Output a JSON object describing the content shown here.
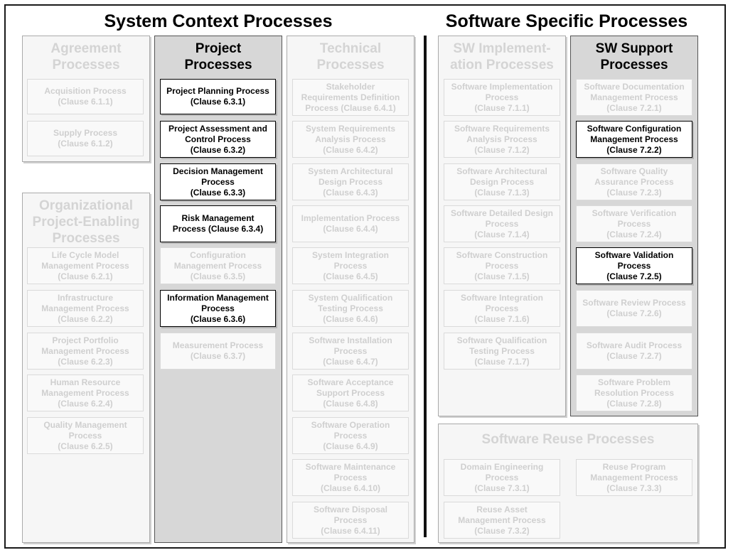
{
  "sections": {
    "system_context": "System Context Processes",
    "software_specific": "Software Specific Processes"
  },
  "columns": {
    "agreement": {
      "title": "Agreement\nProcesses",
      "items": [
        "Acquisition Process\n(Clause 6.1.1)",
        "Supply Process\n(Clause 6.1.2)"
      ]
    },
    "org_enabling": {
      "title": "Organizational\nProject-Enabling\nProcesses",
      "items": [
        "Life Cycle Model\nManagement Process\n(Clause 6.2.1)",
        "Infrastructure\nManagement Process\n(Clause 6.2.2)",
        "Project Portfolio\nManagement Process\n(Clause 6.2.3)",
        "Human Resource\nManagement Process\n(Clause 6.2.4)",
        "Quality Management\nProcess\n(Clause 6.2.5)"
      ]
    },
    "project": {
      "title": "Project\nProcesses",
      "items": [
        "Project Planning Process\n(Clause 6.3.1)",
        "Project Assessment and\nControl Process\n(Clause 6.3.2)",
        "Decision Management\nProcess\n(Clause 6.3.3)",
        "Risk Management\nProcess (Clause 6.3.4)",
        "Configuration\nManagement Process\n(Clause 6.3.5)",
        "Information Management\nProcess\n(Clause 6.3.6)",
        "Measurement Process\n(Clause 6.3.7)"
      ]
    },
    "technical": {
      "title": "Technical\nProcesses",
      "items": [
        "Stakeholder\nRequirements Definition\nProcess (Clause 6.4.1)",
        "System Requirements\nAnalysis Process\n(Clause 6.4.2)",
        "System Architectural\nDesign Process\n(Clause 6.4.3)",
        "Implementation Process\n(Clause 6.4.4)",
        "System Integration\nProcess\n(Clause 6.4.5)",
        "System Qualification\nTesting Process\n(Clause 6.4.6)",
        "Software Installation\nProcess\n(Clause 6.4.7)",
        "Software Acceptance\nSupport Process\n(Clause 6.4.8)",
        "Software Operation\nProcess\n(Clause 6.4.9)",
        "Software Maintenance\nProcess\n(Clause 6.4.10)",
        "Software Disposal\nProcess\n(Clause 6.4.11)"
      ]
    },
    "sw_impl": {
      "title": "SW Implement-\nation Processes",
      "items": [
        "Software Implementation\nProcess\n(Clause 7.1.1)",
        "Software Requirements\nAnalysis Process\n(Clause 7.1.2)",
        "Software Architectural\nDesign Process\n(Clause 7.1.3)",
        "Software Detailed Design\nProcess\n(Clause 7.1.4)",
        "Software Construction\nProcess\n(Clause 7.1.5)",
        "Software Integration\nProcess\n(Clause 7.1.6)",
        "Software Qualification\nTesting Process\n(Clause 7.1.7)"
      ]
    },
    "sw_support": {
      "title": "SW Support\nProcesses",
      "items": [
        "Software Documentation\nManagement Process\n(Clause 7.2.1)",
        "Software Configuration\nManagement Process\n(Clause 7.2.2)",
        "Software Quality\nAssurance Process\n(Clause 7.2.3)",
        "Software Verification\nProcess\n(Clause 7.2.4)",
        "Software Validation\nProcess\n(Clause 7.2.5)",
        "Software Review Process\n(Clause 7.2.6)",
        "Software Audit Process\n(Clause 7.2.7)",
        "Software Problem\nResolution Process\n(Clause 7.2.8)"
      ]
    },
    "sw_reuse": {
      "title": "Software Reuse Processes",
      "items": [
        "Domain Engineering\nProcess\n(Clause 7.3.1)",
        "Reuse Program\nManagement Process\n(Clause 7.3.3)",
        "Reuse Asset\nManagement Process\n(Clause 7.3.2)"
      ]
    }
  },
  "colors": {
    "highlight_fill": "#ffffff",
    "highlight_border": "#000000",
    "faded_text": "#cfcfcf",
    "active_column_fill": "#d7d7d7"
  }
}
